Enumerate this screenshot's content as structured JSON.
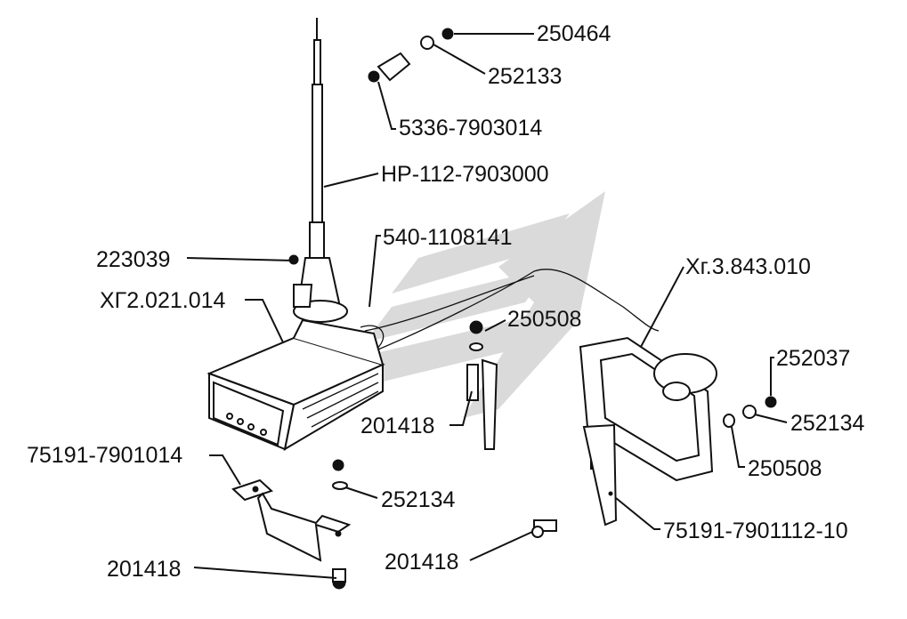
{
  "labels": {
    "l_250464": "250464",
    "l_252133": "252133",
    "l_5336": "5336-7903014",
    "l_np112": "НР-112-7903000",
    "l_540": "540-1108141",
    "l_223039": "223039",
    "l_xg2": "ХГ2.021.014",
    "l_250508a": "250508",
    "l_xg3": "Хг.3.843.010",
    "l_252037": "252037",
    "l_252134a": "252134",
    "l_250508b": "250508",
    "l_201418a": "201418",
    "l_75191a": "75191-7901014",
    "l_252134b": "252134",
    "l_75191b": "75191-7901112-10",
    "l_201418b": "201418",
    "l_201418c": "201418"
  },
  "colors": {
    "ink": "#111111",
    "watermark": "#c8c8c8"
  }
}
